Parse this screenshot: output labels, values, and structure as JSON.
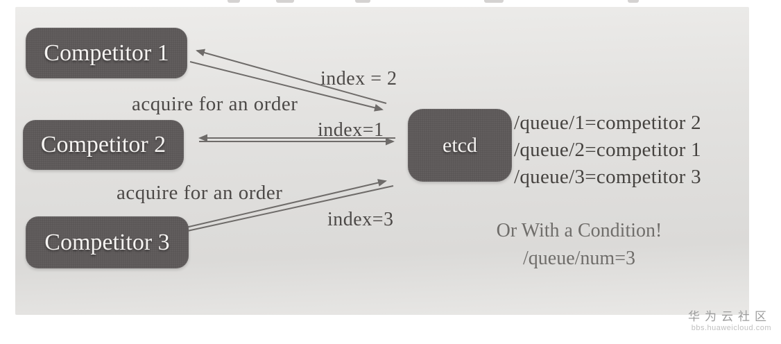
{
  "slide": {
    "nodes": {
      "competitor1": "Competitor 1",
      "competitor2": "Competitor 2",
      "competitor3": "Competitor 3",
      "etcd": "etcd"
    },
    "labels": {
      "acquire_order_1": "acquire for an order",
      "index_2": "index = 2",
      "index_1": "index=1",
      "acquire_order_2": "acquire for an order",
      "index_3": "index=3"
    },
    "queue": [
      "/queue/1=competitor 2",
      "/queue/2=competitor 1",
      "/queue/3=competitor 3"
    ],
    "condition": {
      "heading": "Or With a Condition!",
      "value": "/queue/num=3"
    }
  },
  "watermark": {
    "brand": "华为云社区",
    "site": "bbs.huaweicloud.com"
  },
  "colors": {
    "node_fill": "#5e5a5a",
    "node_text": "#f5f3f1",
    "arrow": "#6e6b69",
    "edge_label_text": "#4c4947",
    "queue_text": "#45423f",
    "condition_text": "#6f6d6a",
    "slide_background": "#e2e1df",
    "watermark_brand": "#9c9c9c",
    "watermark_site": "#c0c0c0"
  }
}
